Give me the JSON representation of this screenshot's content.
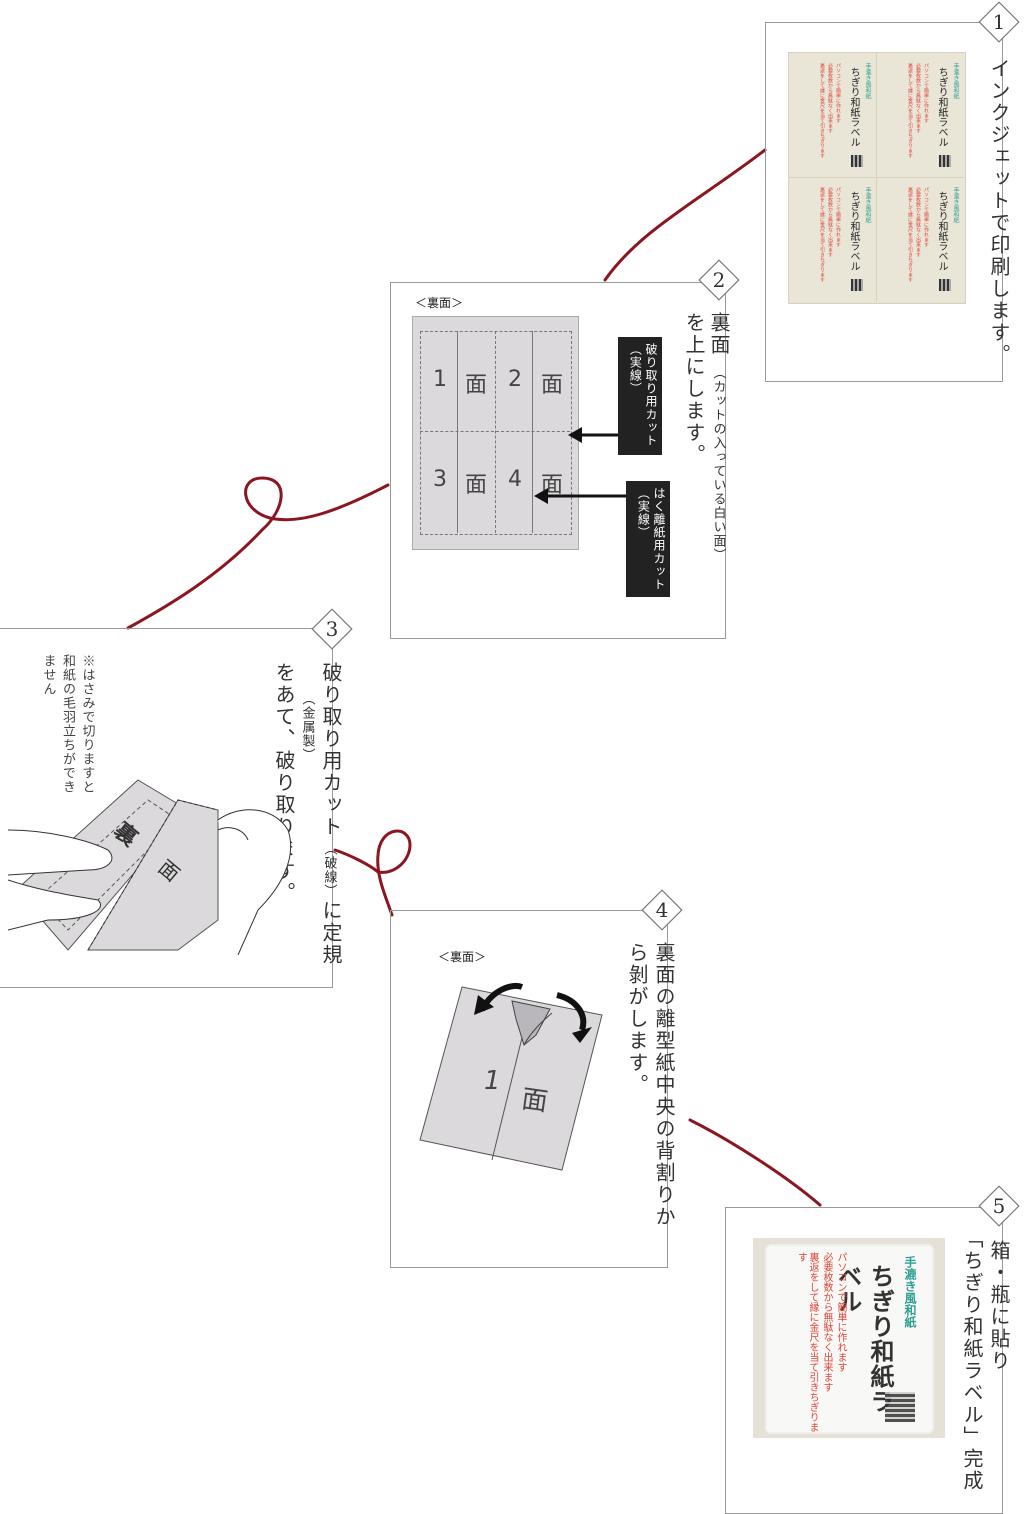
{
  "steps": [
    {
      "number": "1",
      "text": "インクジェットで印刷します。",
      "sheet_labels": {
        "tesuki": "手漉き風和紙",
        "title": "ちぎり和紙ラベル",
        "line1": "パソコンで簡単に作れます",
        "line2": "必要枚数から無駄なく出来ます",
        "line3": "裏返をして縁に金尺を当て引きちぎります"
      }
    },
    {
      "number": "2",
      "text_main": "裏面",
      "text_paren": "（カットの入っている白い面）",
      "text_tail": "を上にします。",
      "back_label": "＜裏面＞",
      "cells": [
        "1",
        "面",
        "2",
        "面",
        "3",
        "面",
        "4",
        "面"
      ],
      "box1": "破り取り用カット（実線）",
      "box2": "はく離紙用カット（実線）"
    },
    {
      "number": "3",
      "text_a": "破り取り用カット",
      "text_paren1": "（破線）",
      "text_b": "に定規",
      "text_paren2": "（金属製）",
      "text_c": "をあて、破り取ります。",
      "note": "※はさみで切りますと和紙の毛羽立ちができません",
      "illus_ura": "裏",
      "illus_men": "面"
    },
    {
      "number": "4",
      "text": "裏面の離型紙中央の背割りから剝がします。",
      "back_label": "＜裏面＞",
      "illus_1": "1",
      "illus_men": "面"
    },
    {
      "number": "5",
      "text_a": "箱・瓶に貼り",
      "text_b": "「ちぎり和紙ラベル」完成",
      "label_tesuki": "手漉き風和紙",
      "label_title": "ちぎり和紙ラベル",
      "label_line1": "パソコンで簡単に作れます",
      "label_line2": "必要枚数から無駄なく出来ます",
      "label_line3": "裏返をして縁に金尺を当て引きちぎります"
    }
  ],
  "colors": {
    "ribbon": "#8b1620",
    "frame": "#999999",
    "sheet": "#dcd9dc",
    "teal": "#2f9e93",
    "red": "#e0443a"
  }
}
